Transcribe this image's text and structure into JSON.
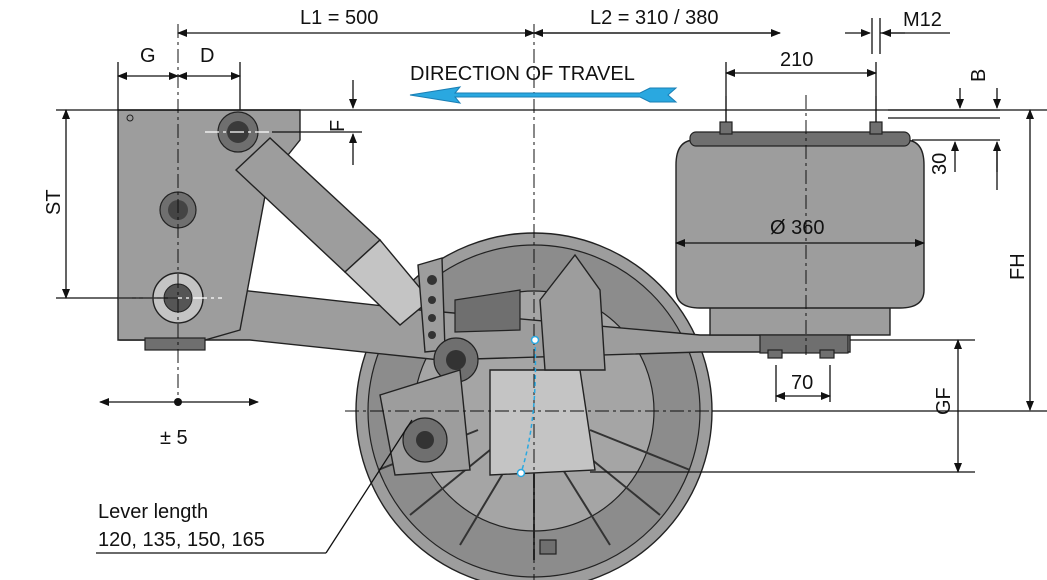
{
  "labels": {
    "l1": "L1 = 500",
    "l2": "L2 = 310 / 380",
    "m12": "M12",
    "g": "G",
    "d": "D",
    "direction": "DIRECTION OF TRAVEL",
    "dim_210": "210",
    "b": "B",
    "f": "F",
    "st": "ST",
    "dim_30": "30",
    "bellow_diameter": "Ø 360",
    "fh": "FH",
    "dim_70": "70",
    "gf": "GF",
    "tolerance": "± 5",
    "lever_title": "Lever length",
    "lever_values": "120, 135, 150, 165"
  },
  "colors": {
    "direction_arrow": "#1aa0e0",
    "part_fill": "#9d9d9d",
    "highlight": "#2aa8e0"
  }
}
